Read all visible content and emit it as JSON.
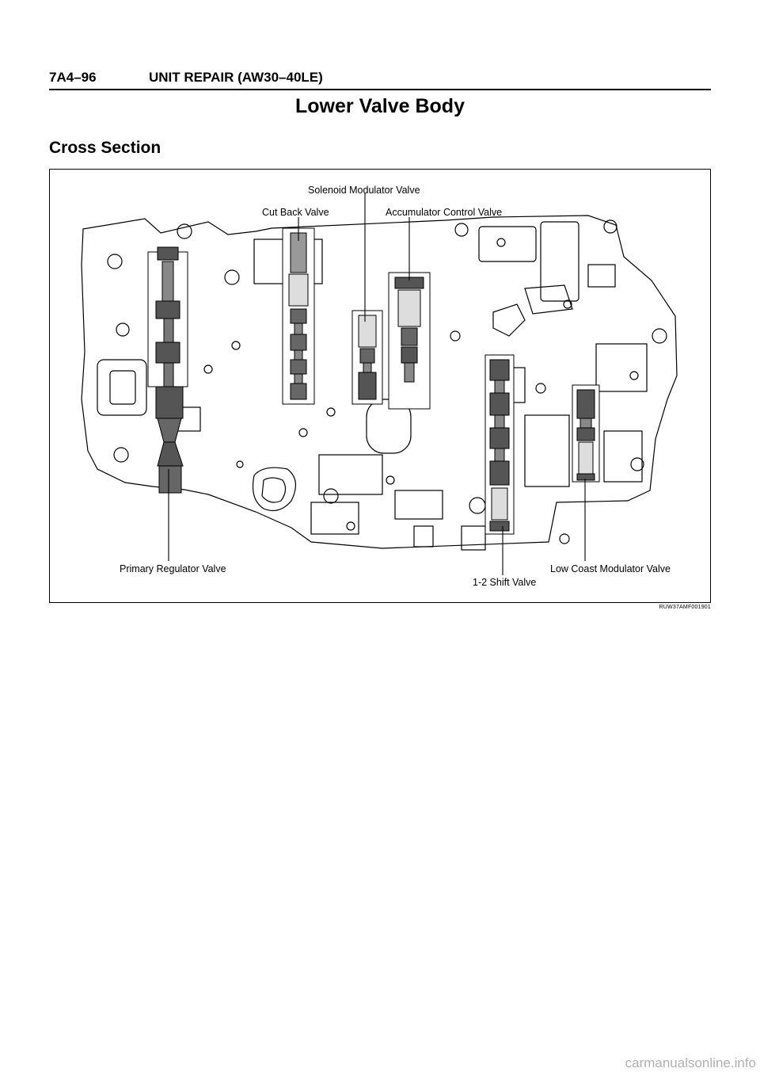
{
  "header": {
    "page_number": "7A4–96",
    "section_title": "UNIT REPAIR (AW30–40LE)"
  },
  "title": "Lower Valve Body",
  "subtitle": "Cross Section",
  "figure": {
    "labels": {
      "solenoid_modulator": "Solenoid Modulator Valve",
      "cut_back": "Cut Back Valve",
      "accumulator_control": "Accumulator Control Valve",
      "primary_regulator": "Primary Regulator Valve",
      "shift_1_2": "1-2 Shift Valve",
      "low_coast_modulator": "Low Coast Modulator Valve"
    },
    "figure_id": "RUW37AMF001901"
  },
  "footer": {
    "watermark": "carmanualsonline.info"
  }
}
